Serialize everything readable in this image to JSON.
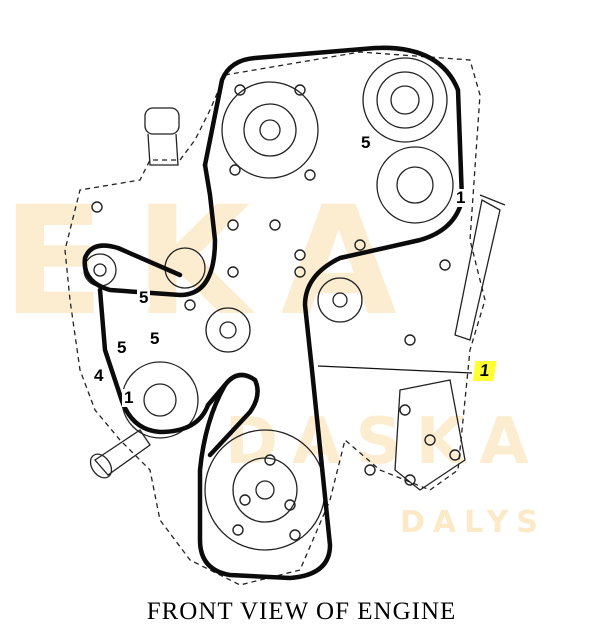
{
  "watermark": {
    "brand_large": "EKA",
    "brand_mid": "DASKA",
    "brand_small": "DALYS",
    "color": "#fbe7c2"
  },
  "callouts": {
    "c5_top": "5",
    "c1_idler": "1",
    "c5_left_upper": "5",
    "c5_left_a": "5",
    "c5_left_b": "5",
    "c4_left": "4",
    "c1_water_pump": "1",
    "c1_belt_pointer": "1"
  },
  "highlight_color": "#ffff33",
  "caption": "FRONT VIEW OF ENGINE"
}
